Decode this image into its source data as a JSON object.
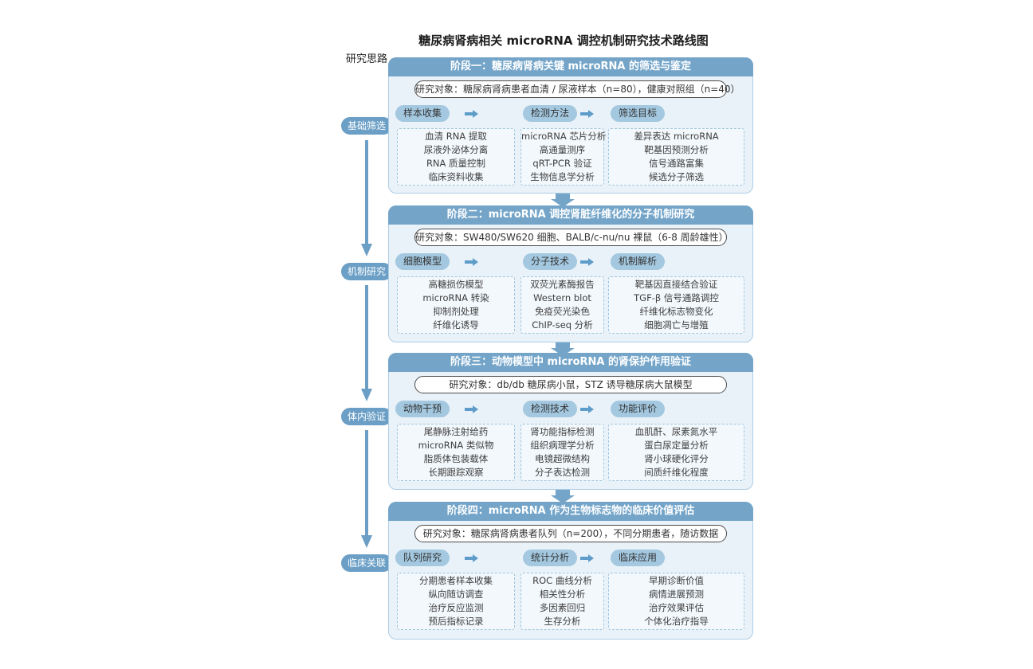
{
  "title": "糖尿病肾病相关 microRNA 调控机制研究技术路线图",
  "sidebar": {
    "label": "研究思路",
    "phases": [
      "基础筛选",
      "机制研究",
      "体内验证",
      "临床关联"
    ]
  },
  "glyphs": {
    "flow_arrow": "→"
  },
  "colors": {
    "header_blue": "#74a5c9",
    "phase_pill_blue": "#6b9fc6",
    "tag_pill_blue": "#a3c8e0",
    "panel_bg": "#eaf2f9",
    "panel_border": "#aecde5",
    "dashed_border": "#9ec5dd",
    "text_dark": "#3c3c3c"
  },
  "stages": [
    {
      "header": "阶段一：糖尿病肾病关键 microRNA 的筛选与鉴定",
      "subject": "研究对象：糖尿病肾病患者血清 / 尿液样本（n=80），健康对照组（n=40）",
      "columns": [
        {
          "tag": "样本收集",
          "items": [
            "血清 RNA 提取",
            "尿液外泌体分离",
            "RNA 质量控制",
            "临床资料收集"
          ]
        },
        {
          "tag": "检测方法",
          "items": [
            "microRNA 芯片分析",
            "高通量测序",
            "qRT-PCR 验证",
            "生物信息学分析"
          ]
        },
        {
          "tag": "筛选目标",
          "items": [
            "差异表达 microRNA",
            "靶基因预测分析",
            "信号通路富集",
            "候选分子筛选"
          ]
        }
      ]
    },
    {
      "header": "阶段二：microRNA 调控肾脏纤维化的分子机制研究",
      "subject": "研究对象：SW480/SW620 细胞、BALB/c-nu/nu 裸鼠（6-8 周龄雄性）",
      "columns": [
        {
          "tag": "细胞模型",
          "items": [
            "高糖损伤模型",
            "microRNA 转染",
            "抑制剂处理",
            "纤维化诱导"
          ]
        },
        {
          "tag": "分子技术",
          "items": [
            "双荧光素酶报告",
            "Western blot",
            "免疫荧光染色",
            "ChIP-seq 分析"
          ]
        },
        {
          "tag": "机制解析",
          "items": [
            "靶基因直接结合验证",
            "TGF-β 信号通路调控",
            "纤维化标志物变化",
            "细胞凋亡与增殖"
          ]
        }
      ]
    },
    {
      "header": "阶段三：动物模型中 microRNA 的肾保护作用验证",
      "subject": "研究对象：db/db 糖尿病小鼠，STZ 诱导糖尿病大鼠模型",
      "columns": [
        {
          "tag": "动物干预",
          "items": [
            "尾静脉注射给药",
            "microRNA 类似物",
            "脂质体包装载体",
            "长期跟踪观察"
          ]
        },
        {
          "tag": "检测技术",
          "items": [
            "肾功能指标检测",
            "组织病理学分析",
            "电镜超微结构",
            "分子表达检测"
          ]
        },
        {
          "tag": "功能评价",
          "items": [
            "血肌酐、尿素氮水平",
            "蛋白尿定量分析",
            "肾小球硬化评分",
            "间质纤维化程度"
          ]
        }
      ]
    },
    {
      "header": "阶段四：microRNA 作为生物标志物的临床价值评估",
      "subject": "研究对象：糖尿病肾病患者队列（n=200），不同分期患者，随访数据",
      "columns": [
        {
          "tag": "队列研究",
          "items": [
            "分期患者样本收集",
            "纵向随访调查",
            "治疗反应监测",
            "预后指标记录"
          ]
        },
        {
          "tag": "统计分析",
          "items": [
            "ROC 曲线分析",
            "相关性分析",
            "多因素回归",
            "生存分析"
          ]
        },
        {
          "tag": "临床应用",
          "items": [
            "早期诊断价值",
            "病情进展预测",
            "治疗效果评估",
            "个体化治疗指导"
          ]
        }
      ]
    }
  ]
}
